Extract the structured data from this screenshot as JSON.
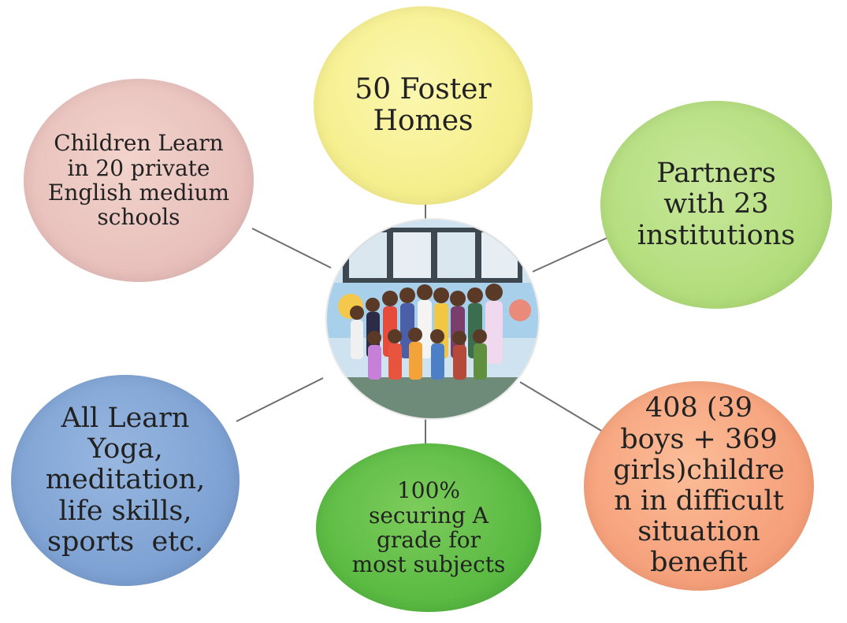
{
  "center": {
    "image": "group-of-children-photo",
    "colors": {
      "wall": "#b9d6ea",
      "window_frame": "#3c4750",
      "floor": "#6e8b7a"
    }
  },
  "bubbles": {
    "pink": {
      "lines": [
        "Children Learn",
        "in 20 private",
        "English medium",
        "schools"
      ],
      "color": "#e9c1bd"
    },
    "yellow": {
      "lines": [
        "50 Foster",
        "Homes"
      ],
      "color": "#f6ef8e"
    },
    "light_green": {
      "lines": [
        "Partners",
        "with 23",
        "institutions"
      ],
      "color": "#b4de7e"
    },
    "blue": {
      "lines": [
        "All Learn",
        "Yoga,",
        "meditation,",
        "life skills,",
        "sports  etc."
      ],
      "color": "#7fa3d4"
    },
    "dark_green": {
      "lines": [
        "100%",
        "securing A",
        "grade for",
        "most subjects"
      ],
      "color": "#5bbb43"
    },
    "salmon": {
      "lines": [
        "408 (39",
        "boys + 369",
        "girls)childre",
        "n in difficult",
        "situation",
        "benefit"
      ],
      "color": "#f6a27c"
    }
  }
}
